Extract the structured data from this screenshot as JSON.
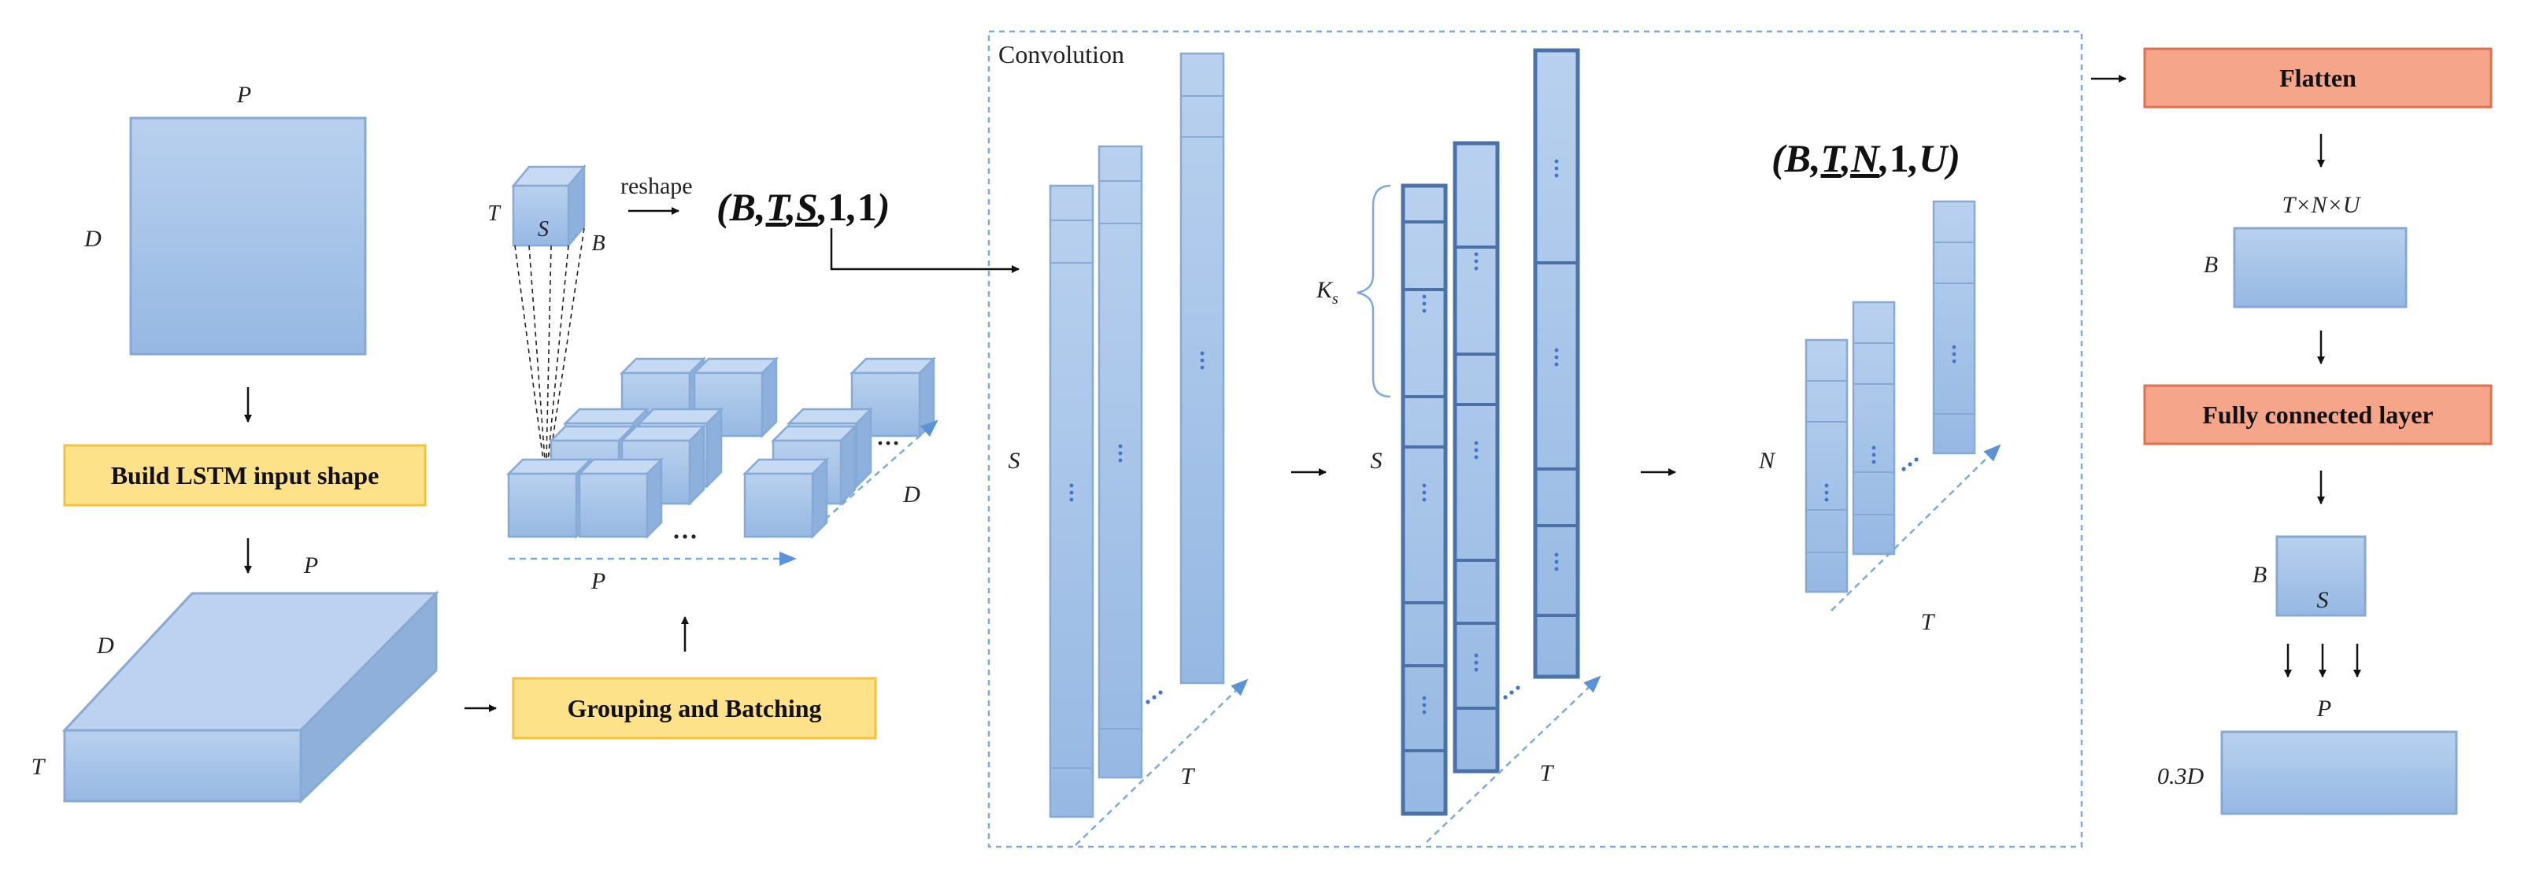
{
  "colors": {
    "face": "#a9c6ea",
    "face_top": "#c7daf3",
    "face_side": "#8eb0dc",
    "edge": "#86a9d6",
    "dark_edge": "#4a72a8",
    "yellow_fill": "#fde28a",
    "yellow_edge": "#f2c23e",
    "orange_fill": "#f4a58a",
    "orange_edge": "#e2704e",
    "dashed": "#7fa9db",
    "arrow": "#111111"
  },
  "section1": {
    "matrix_top_label": "P",
    "matrix_left_label": "D",
    "build_box": "Build LSTM input shape",
    "cube_top_label": "P",
    "cube_left_label": "D",
    "cube_front_label": "T"
  },
  "section2": {
    "small_cube_t": "T",
    "small_cube_s": "S",
    "small_cube_b": "B",
    "reshape_label": "reshape",
    "shape_label": {
      "open": "(",
      "b": "B",
      "sep1": ",",
      "t": "T",
      "sep2": ",",
      "s": "S",
      "sep3": ",",
      "one1": "1",
      "sep4": ",",
      "one2": "1",
      "close": ")"
    },
    "dots": "...",
    "grid_p": "P",
    "grid_d": "D",
    "grouping_box": "Grouping and Batching"
  },
  "convolution": {
    "title": "Convolution",
    "left_s": "S",
    "left_t": "T",
    "kernel_label": "K",
    "kernel_sub": "s",
    "mid_s": "S",
    "mid_t": "T",
    "right_n": "N",
    "right_t": "T",
    "shape_label": {
      "open": "(",
      "b": "B",
      "sep1": ",",
      "t": "T",
      "sep2": ",",
      "n": "N",
      "sep3": ",",
      "one": "1",
      "sep4": ",",
      "u": "U",
      "close": ")"
    }
  },
  "output": {
    "flatten": "Flatten",
    "flat_dim": "T×N×U",
    "flat_b": "B",
    "fc": "Fully connected layer",
    "fc_b": "B",
    "fc_s": "S",
    "final_p": "P",
    "final_d": "0.3D"
  }
}
